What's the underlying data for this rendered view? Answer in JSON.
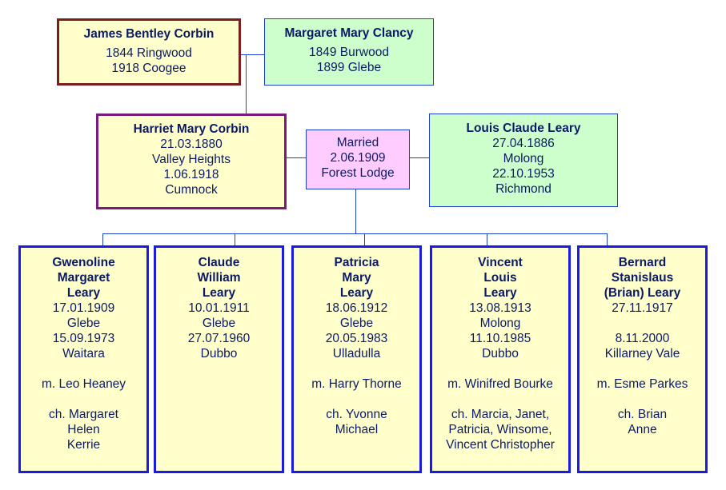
{
  "father": {
    "name": "James Bentley Corbin",
    "birth": "1844 Ringwood",
    "death": "1918 Coogee"
  },
  "mother": {
    "name": "Margaret Mary Clancy",
    "birth": "1849 Burwood",
    "death": "1899 Glebe"
  },
  "harriet": {
    "name": "Harriet Mary Corbin",
    "lines": [
      "21.03.1880",
      "Valley Heights",
      "1.06.1918",
      "Cumnock"
    ]
  },
  "married": {
    "lines": [
      "Married",
      "2.06.1909",
      "Forest Lodge"
    ]
  },
  "louis": {
    "name": "Louis Claude Leary",
    "lines": [
      "27.04.1886",
      "Molong",
      "22.10.1953",
      "Richmond"
    ]
  },
  "children": [
    {
      "name_lines": [
        "Gwenoline",
        "Margaret",
        "Leary"
      ],
      "dates": [
        "17.01.1909",
        "Glebe",
        "15.09.1973",
        "Waitara"
      ],
      "spouse": "m. Leo Heaney",
      "kids": [
        "ch. Margaret",
        "Helen",
        "Kerrie"
      ]
    },
    {
      "name_lines": [
        "Claude",
        "William",
        "Leary"
      ],
      "dates": [
        "10.01.1911",
        "Glebe",
        "27.07.1960",
        "Dubbo"
      ],
      "spouse": "",
      "kids": []
    },
    {
      "name_lines": [
        "Patricia",
        "Mary",
        "Leary"
      ],
      "dates": [
        "18.06.1912",
        "Glebe",
        "20.05.1983",
        "Ulladulla"
      ],
      "spouse": "m. Harry Thorne",
      "kids": [
        "ch. Yvonne",
        "Michael"
      ]
    },
    {
      "name_lines": [
        "Vincent",
        "Louis",
        "Leary"
      ],
      "dates": [
        "13.08.1913",
        "Molong",
        "11.10.1985",
        "Dubbo"
      ],
      "spouse": "m. Winifred Bourke",
      "kids": [
        "ch. Marcia, Janet,",
        "Patricia, Winsome,",
        "Vincent Christopher"
      ]
    },
    {
      "name_lines": [
        "Bernard",
        "Stanislaus",
        "(Brian) Leary"
      ],
      "dates": [
        "27.11.1917",
        "",
        "8.11.2000",
        "Killarney Vale"
      ],
      "spouse": "m. Esme Parkes",
      "kids": [
        "ch. Brian",
        "Anne"
      ]
    }
  ]
}
